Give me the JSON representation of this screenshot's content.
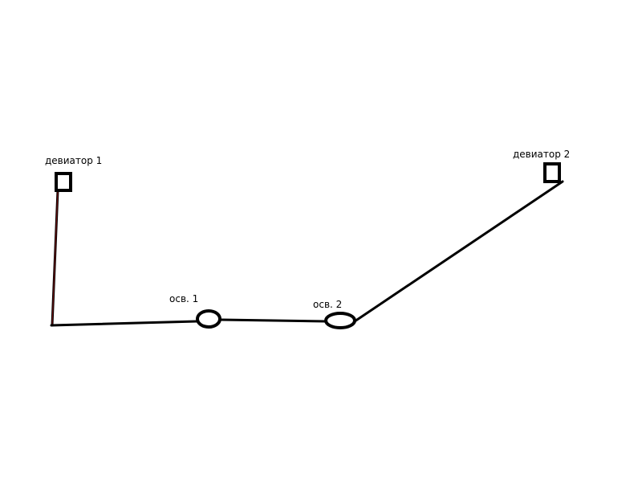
{
  "labels": {
    "deviator_1": "девиатор 1",
    "deviator_2": "девиатор 2",
    "lamp_1": "осв. 1",
    "lamp_2": "осв. 2"
  },
  "colors": {
    "wire": "#000000",
    "riser_wire": "#7a1010",
    "background": "#ffffff"
  }
}
